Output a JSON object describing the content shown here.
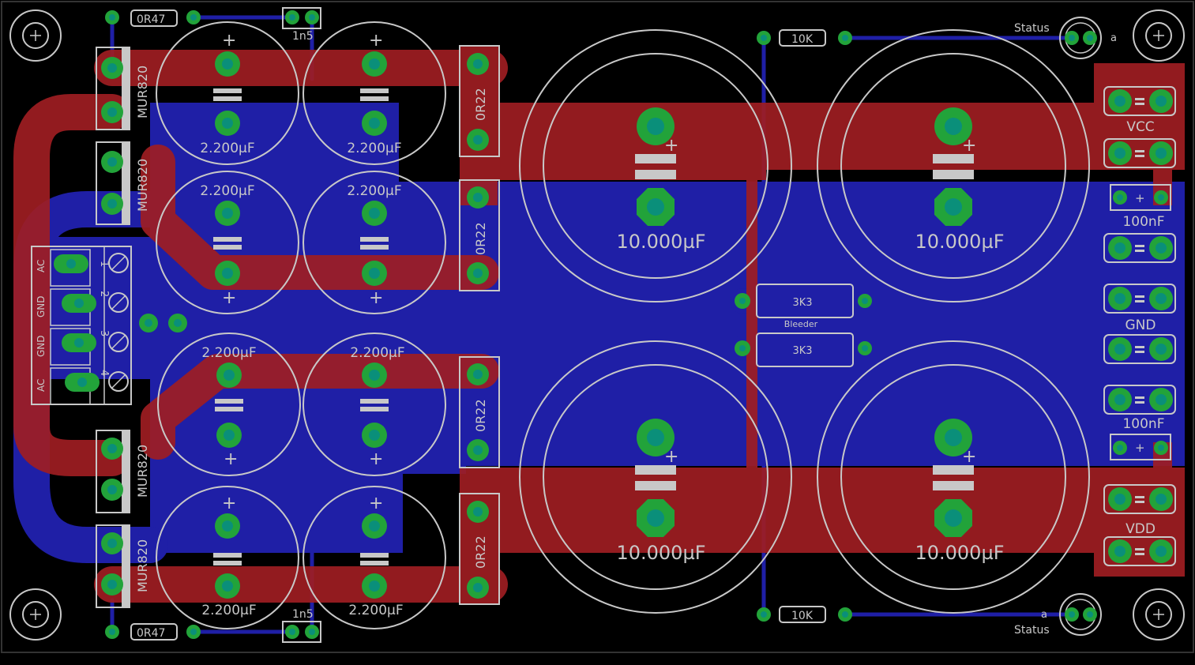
{
  "labels": {
    "r_top_left": "0R47",
    "r_bottom_left": "0R47",
    "cap_small_top": "1n5",
    "cap_small_bottom": "1n5",
    "diode_1": "MUR820",
    "diode_2": "MUR820",
    "diode_3": "MUR820",
    "diode_4": "MUR820",
    "r_series_1": "0R22",
    "r_series_2": "0R22",
    "r_series_3": "0R22",
    "r_series_4": "0R22",
    "cap_small_value": "2.200µF",
    "cap_big_value": "10.000µF",
    "bleeder_value": "3K3",
    "bleeder_label": "Bleeder",
    "r_led": "10K",
    "status": "Status",
    "led_a": "a",
    "vcc": "VCC",
    "gnd": "GND",
    "vdd": "VDD",
    "decoupling": "100nF",
    "plus": "+",
    "term_ac": "AC",
    "term_gnd": "GND",
    "term_1": "1",
    "term_2": "2",
    "term_3": "3",
    "term_4": "4"
  },
  "colors": {
    "background": "#000000",
    "top_copper": "#a01e22",
    "bottom_copper": "#1f1fa6",
    "pad": "#22a33a",
    "silkscreen": "#c8c8c8"
  }
}
